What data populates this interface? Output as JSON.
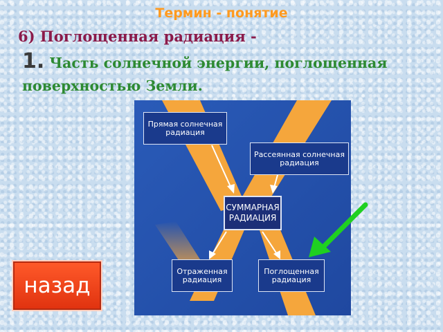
{
  "header": {
    "title": "Термин - понятие",
    "heading": "6) Поглощенная радиация -",
    "definition_number": "1.",
    "definition_text": " Часть солнечной энергии, поглощенная поверхностью Земли."
  },
  "diagram": {
    "direct": "Прямая солнечная\nрадиация",
    "diffuse": "Рассеянная солнечная\nрадиация",
    "total": "СУММАРНАЯ\nРАДИАЦИЯ",
    "reflected": "Отраженная\nрадиация",
    "absorbed": "Поглощенная\nрадиация"
  },
  "colors": {
    "title": "#ff9a1f",
    "heading": "#8b1a4a",
    "definition": "#2d8a32",
    "diagram_bg": "#2a56b0",
    "beam": "#f5a63c",
    "pointer_arrow": "#1fd021",
    "button": "#e8401a"
  },
  "icons": {
    "pointer": "green-arrow-icon"
  },
  "nav": {
    "back_label": "назад"
  }
}
